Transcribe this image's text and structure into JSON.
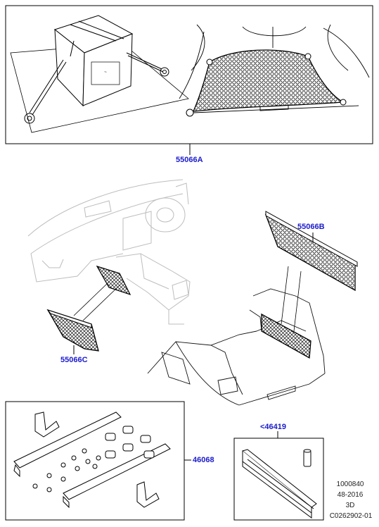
{
  "callouts": {
    "part_a": "55066A",
    "part_b": "55066B",
    "part_c": "55066C",
    "part_d": "46068",
    "part_e": "<46419"
  },
  "footer": {
    "line1": "1000840",
    "line2": "48-2016",
    "line3": "3D",
    "line4": "C0262902-01"
  },
  "colors": {
    "callout": "#1a1acc",
    "line": "#000000",
    "ghost": "#c8c8c8"
  }
}
